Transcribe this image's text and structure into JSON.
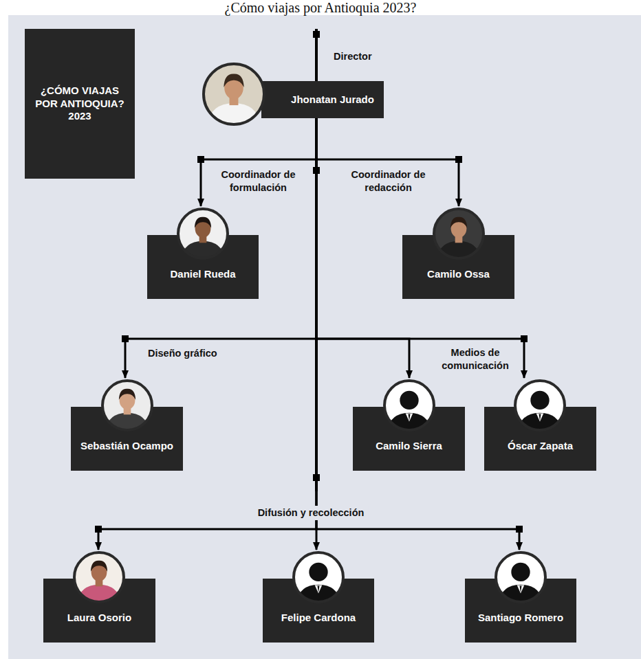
{
  "diagram": {
    "title": "¿Cómo viajas por Antioquia 2023?",
    "nodes": [
      {
        "text": [
          "¿CÓMO VIAJAS POR ANTIOQUIA? 2023"
        ]
      },
      {
        "text": [
          "Director",
          "Jhonatan Jurado"
        ]
      },
      {
        "text": [
          "Coordinador de formulación",
          "Daniel Rueda"
        ]
      },
      {
        "text": [
          "Coordinador de redacción",
          "Camilo Ossa"
        ]
      },
      {
        "text": [
          "Diseño gráfico",
          "Sebastián Ocampo"
        ]
      },
      {
        "text": [
          "Camilo Sierra"
        ]
      },
      {
        "text": [
          "Óscar Zapata"
        ]
      },
      {
        "text": [
          "Laura Osorio"
        ]
      },
      {
        "text": [
          "Felipe Cardona"
        ]
      },
      {
        "text": [
          "Santiago Romero"
        ]
      }
    ],
    "edges": [
      {
        "from": 1,
        "to": 2,
        "arrow": "to"
      },
      {
        "from": 1,
        "to": 3,
        "arrow": "to"
      },
      {
        "from": 1,
        "to": 4,
        "arrow": "to"
      },
      {
        "from": 1,
        "to": 5,
        "arrow": "to"
      },
      {
        "from": 1,
        "to": 6,
        "arrow": "to"
      },
      {
        "from": 1,
        "to": 7,
        "arrow": "to"
      },
      {
        "from": 1,
        "to": 8,
        "arrow": "to"
      },
      {
        "from": 1,
        "to": 9,
        "arrow": "to"
      }
    ],
    "labels": [
      "Medios de comunicación",
      "Difusión y recolección"
    ]
  }
}
